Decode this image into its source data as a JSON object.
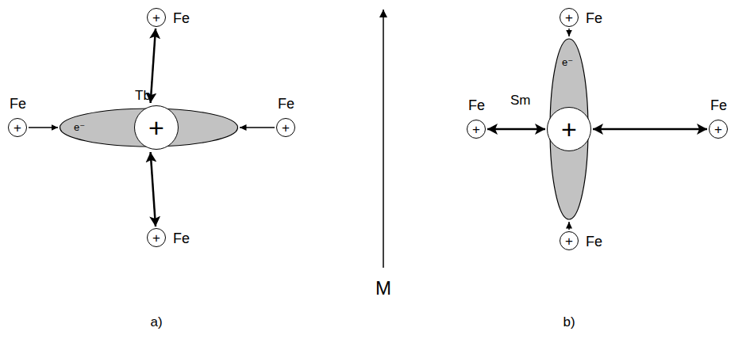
{
  "diagram": {
    "nodes": [
      {
        "text": [
          "+",
          "Fe"
        ]
      },
      {
        "text": [
          "Fe",
          "+"
        ]
      },
      {
        "text": [
          "Tb",
          "e⁻"
        ]
      },
      {
        "text": [
          "+"
        ],
        "in": 2
      },
      {
        "text": [
          "Fe",
          "+"
        ]
      },
      {
        "text": [
          "+",
          "Fe"
        ]
      },
      {
        "text": [
          "+",
          "Fe"
        ]
      },
      {
        "text": [
          "Fe",
          "+"
        ]
      },
      {
        "text": [
          "Sm",
          "e⁻"
        ]
      },
      {
        "text": [
          "+"
        ],
        "in": 8
      },
      {
        "text": [
          "Fe",
          "+"
        ]
      },
      {
        "text": [
          "+",
          "Fe"
        ]
      }
    ],
    "edges": [
      {
        "from": 0,
        "to": 2,
        "arrow": "both"
      },
      {
        "from": 1,
        "to": 2,
        "arrow": "to"
      },
      {
        "from": 4,
        "to": 2,
        "arrow": "to"
      },
      {
        "from": 5,
        "to": 2,
        "arrow": "both"
      },
      {
        "from": 6,
        "to": 8,
        "arrow": "to"
      },
      {
        "from": 11,
        "to": 8,
        "arrow": "to"
      },
      {
        "from": 7,
        "to": 8,
        "arrow": "both"
      },
      {
        "from": 10,
        "to": 8,
        "arrow": "both"
      }
    ],
    "labels": [
      "M",
      "a)",
      "b)"
    ]
  }
}
